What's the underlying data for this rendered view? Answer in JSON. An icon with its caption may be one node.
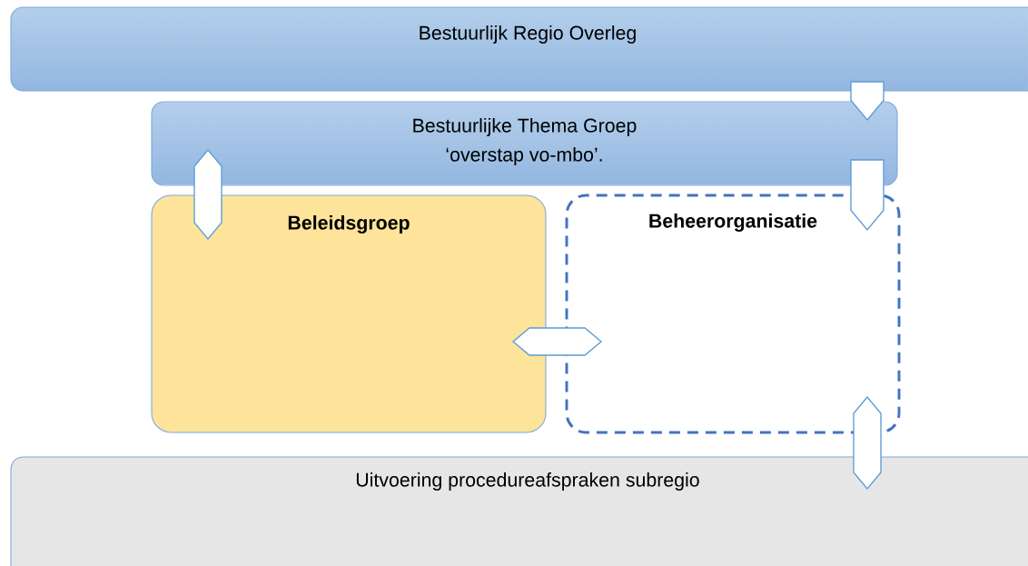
{
  "diagram": {
    "nodes": [
      {
        "text": [
          "Bestuurlijk Regio Overleg"
        ]
      },
      {
        "text": [
          "Bestuurlijke Thema Groep",
          "‘overstap vo-mbo’."
        ]
      },
      {
        "text": [
          "Beleidsgroep"
        ]
      },
      {
        "text": [
          "Beheerorganisatie"
        ]
      },
      {
        "text": [
          "Uitvoering procedureafspraken subregio"
        ]
      }
    ],
    "edges": [
      {
        "from": 0,
        "to": 1,
        "arrow": "to"
      },
      {
        "from": 1,
        "to": 2,
        "arrow": "both"
      },
      {
        "from": 2,
        "to": 3,
        "arrow": "both"
      },
      {
        "from": 1,
        "to": 3,
        "arrow": "to"
      },
      {
        "from": 3,
        "to": 4,
        "arrow": "both"
      }
    ]
  }
}
